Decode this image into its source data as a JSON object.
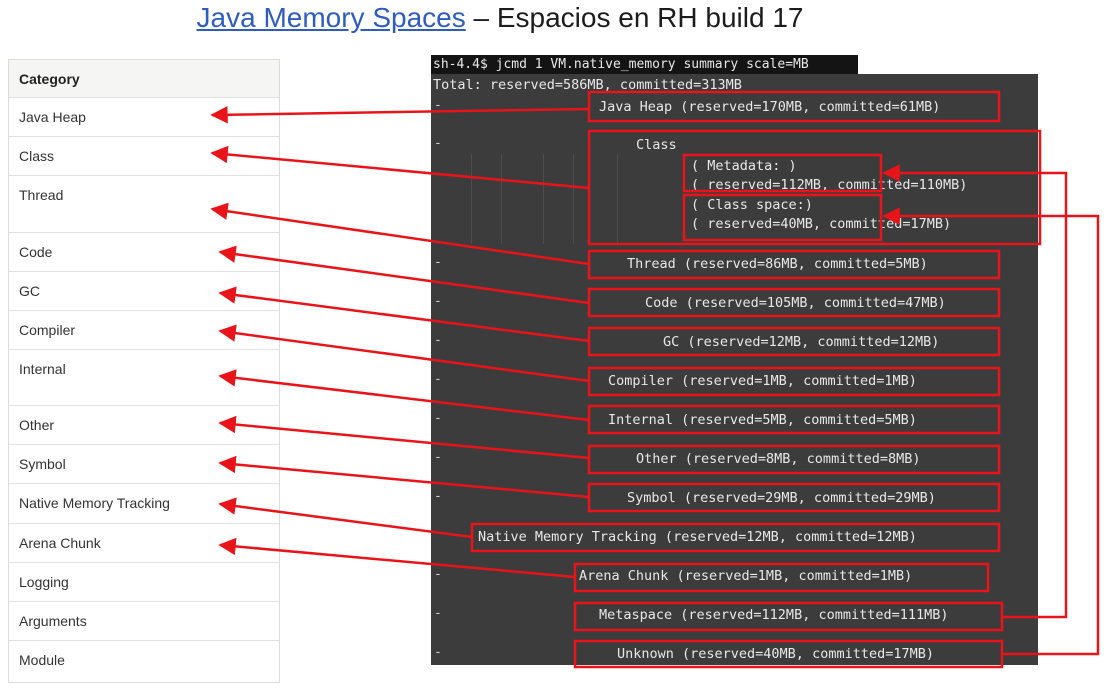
{
  "title": {
    "link_text": "Java Memory Spaces",
    "rest_text": " – Espacios en RH build 17"
  },
  "table": {
    "header": "Category",
    "rows": [
      "Java Heap",
      "Class",
      "Thread",
      "Code",
      "GC",
      "Compiler",
      "Internal",
      "Other",
      "Symbol",
      "Native Memory Tracking",
      "Arena Chunk",
      "Logging",
      "Arguments",
      "Module"
    ]
  },
  "terminal": {
    "prompt": "sh-4.4$ jcmd 1 VM.native_memory summary scale=MB",
    "total": "Total: reserved=586MB, committed=313MB",
    "dash": "-",
    "java_heap": "Java Heap (reserved=170MB, committed=61MB)",
    "class_label": "Class",
    "metadata_label": "(  Metadata:   )",
    "metadata_values": "(     reserved=112MB, committed=110MB)",
    "class_space_label": "(  Class space:)",
    "class_space_values": "(     reserved=40MB, committed=17MB)",
    "thread": "Thread (reserved=86MB, committed=5MB)",
    "code": "Code (reserved=105MB, committed=47MB)",
    "gc": "GC (reserved=12MB, committed=12MB)",
    "compiler": "Compiler (reserved=1MB, committed=1MB)",
    "internal": "Internal (reserved=5MB, committed=5MB)",
    "other": "Other (reserved=8MB, committed=8MB)",
    "symbol": "Symbol (reserved=29MB, committed=29MB)",
    "nmt": "Native Memory Tracking (reserved=12MB, committed=12MB)",
    "arena": "Arena Chunk (reserved=1MB, committed=1MB)",
    "metaspace": "Metaspace (reserved=112MB, committed=111MB)",
    "unknown": "Unknown (reserved=40MB, committed=17MB)"
  },
  "colors": {
    "highlight_red": "#e8141a",
    "link_blue": "#2f5cc1",
    "terminal_bg": "#3c3c3c"
  }
}
